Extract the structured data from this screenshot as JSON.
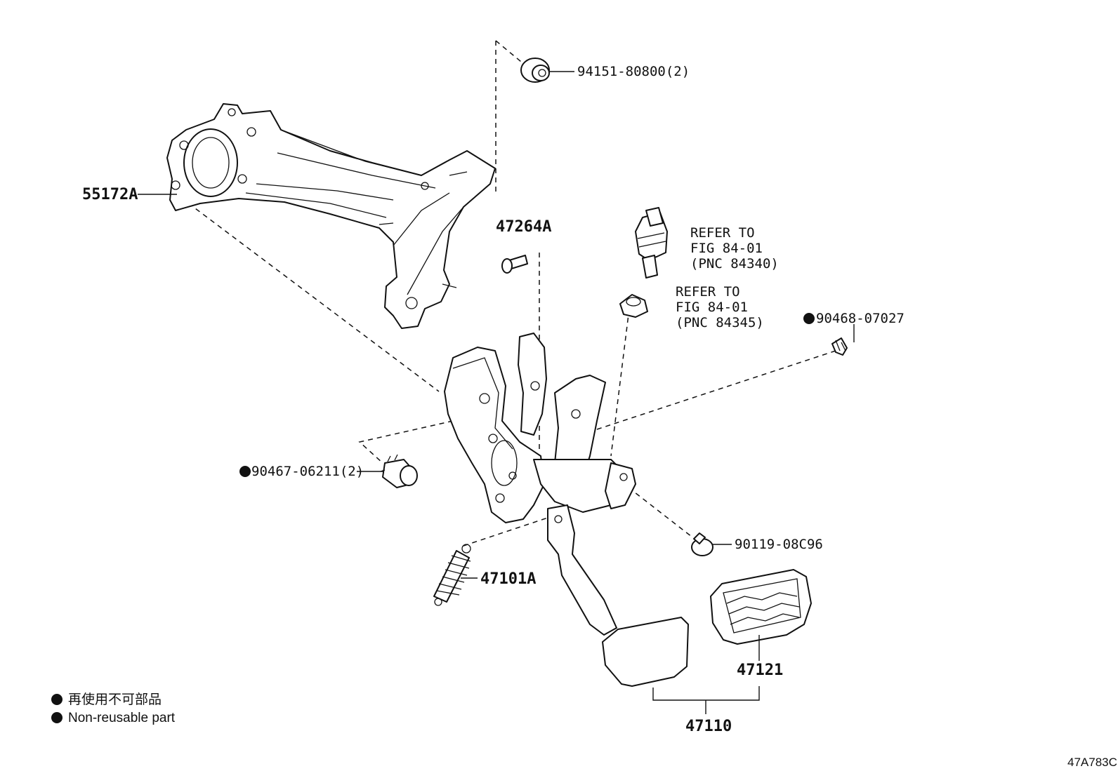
{
  "diagram": {
    "parts": {
      "bracket": "55172A",
      "nut": "94151-80800(2)",
      "pin": "47264A",
      "switch_ref": [
        "REFER TO",
        "FIG 84-01",
        "(PNC 84340)"
      ],
      "cushion_ref": [
        "REFER TO",
        "FIG 84-01",
        "(PNC 84345)"
      ],
      "clip": "90468-07027",
      "bushing": "90467-06211(2)",
      "bolt": "90119-08C96",
      "spring": "47101A",
      "pad": "47121",
      "pedal_assy": "47110"
    },
    "legend": {
      "ja": "再使用不可部品",
      "en": "Non-reusable part"
    },
    "figure_code": "47A783C"
  }
}
